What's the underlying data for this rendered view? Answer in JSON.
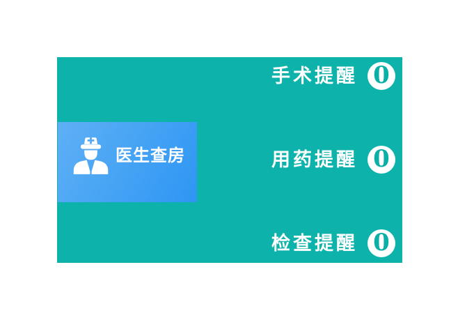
{
  "colors": {
    "teal": "#0db3ab",
    "card_gradient_start": "#5fb0f5",
    "card_gradient_end": "#2d96f3",
    "badge_background": "#ffffff",
    "badge_text": "#0ab0a8",
    "text": "#ffffff",
    "page_background": "#ffffff"
  },
  "panel": {
    "card": {
      "label": "医生查房",
      "icon": "doctor-icon"
    },
    "reminders": [
      {
        "label": "手术提醒",
        "count": "0"
      },
      {
        "label": "用药提醒",
        "count": "0"
      },
      {
        "label": "检查提醒",
        "count": "0"
      }
    ]
  }
}
